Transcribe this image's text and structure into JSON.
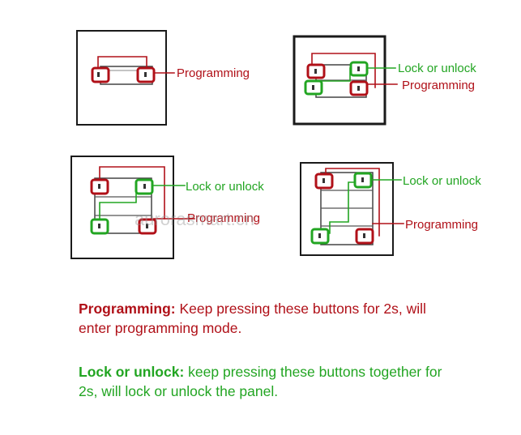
{
  "colors": {
    "programming": "#b01018",
    "lock": "#22a522",
    "frame": "#1a1a1a"
  },
  "diagram": {
    "panel1": {
      "programming_label": "Programming"
    },
    "panel2": {
      "lock_label": "Lock or unlock",
      "programming_label": "Programming"
    },
    "panel3": {
      "lock_label": "Lock or unlock",
      "programming_label": "Programming"
    },
    "panel4": {
      "lock_label": "Lock or unlock",
      "programming_label": "Programming"
    },
    "watermark": "aurorasmart.cn"
  },
  "legend": {
    "programming": {
      "term": "Programming:",
      "text": " Keep pressing these buttons for 2s, will enter programming mode."
    },
    "lock": {
      "term": "Lock or unlock:",
      "text": " keep pressing these buttons together for 2s, will lock or unlock the panel."
    }
  }
}
